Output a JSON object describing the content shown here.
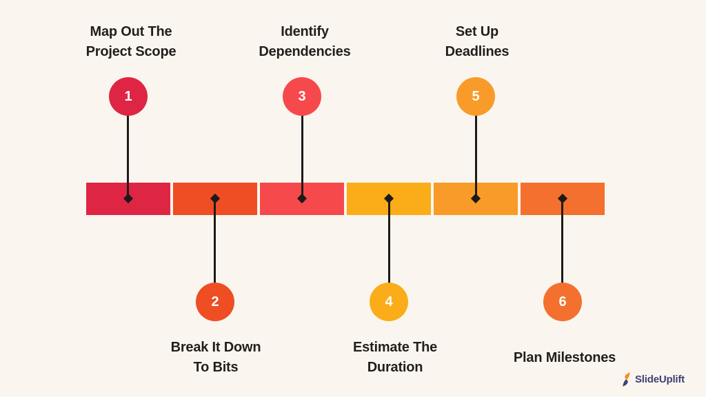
{
  "background_color": "#FAF6EF",
  "connector_color": "#1C1A19",
  "label_text_color": "#221E1D",
  "number_text_color": "#FFFFFF",
  "steps": [
    {
      "number": "1",
      "label_lines": [
        "Map Out The",
        "Project Scope"
      ],
      "color": "#DF2544",
      "side": "top"
    },
    {
      "number": "2",
      "label_lines": [
        "Break It Down",
        "To Bits"
      ],
      "color": "#EF4D23",
      "side": "bottom"
    },
    {
      "number": "3",
      "label_lines": [
        "Identify",
        "Dependencies"
      ],
      "color": "#F6494C",
      "side": "top"
    },
    {
      "number": "4",
      "label_lines": [
        "Estimate The",
        "Duration"
      ],
      "color": "#FAAD18",
      "side": "bottom"
    },
    {
      "number": "5",
      "label_lines": [
        "Set Up",
        "Deadlines"
      ],
      "color": "#F89B28",
      "side": "top"
    },
    {
      "number": "6",
      "label_lines": [
        "Plan Milestones"
      ],
      "color": "#F3702F",
      "side": "bottom"
    }
  ],
  "brand": {
    "name": "SlideUplift",
    "text_color": "#3E4173",
    "icon_colors": {
      "orange": "#F78D1E",
      "purple": "#3E4173"
    }
  }
}
